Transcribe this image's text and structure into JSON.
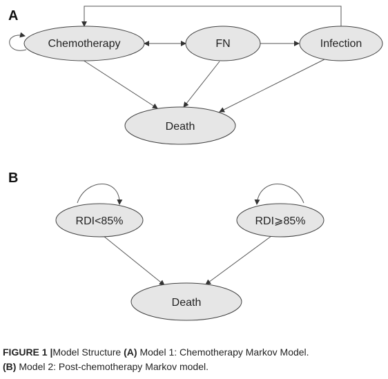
{
  "panel_a": {
    "label": "A",
    "nodes": {
      "chemotherapy": "Chemotherapy",
      "fn": "FN",
      "infection": "Infection",
      "death": "Death"
    }
  },
  "panel_b": {
    "label": "B",
    "nodes": {
      "rdi_low": "RDI<85%",
      "rdi_high": "RDI⩾85%",
      "death": "Death"
    }
  },
  "caption": {
    "figure_label": "FIGURE 1",
    "separator": "|",
    "title": "Model Structure",
    "part_a_label": "(A)",
    "part_a_text": "Model 1: Chemotherapy Markov Model.",
    "part_b_label": "(B)",
    "part_b_text": "Model 2: Post-chemotherapy Markov model."
  },
  "colors": {
    "node_fill": "#e6e6e6",
    "node_stroke": "#404040",
    "edge": "#555555"
  }
}
